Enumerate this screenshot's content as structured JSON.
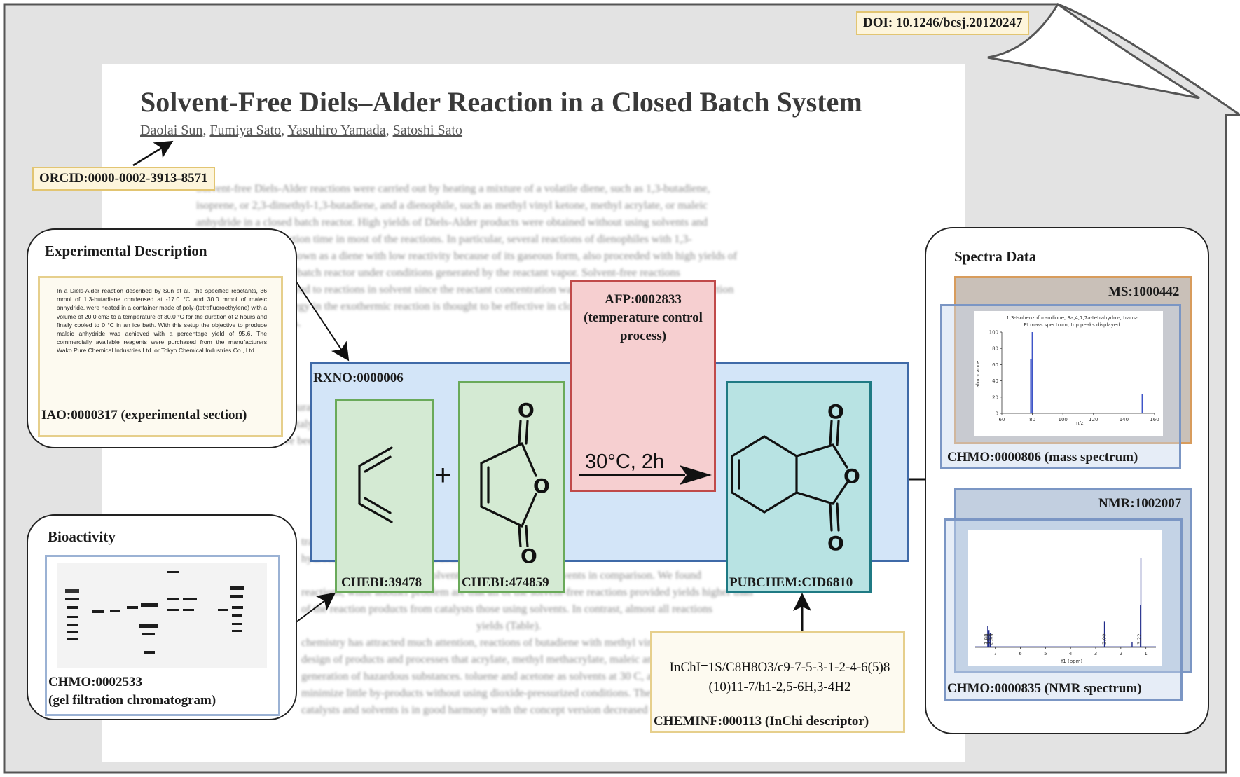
{
  "doi": "DOI: 10.1246/bcsj.20120247",
  "paper": {
    "title": "Solvent-Free Diels–Alder Reaction in a Closed Batch System",
    "authors": [
      "Daolai Sun",
      "Fumiya Sato",
      "Yasuhiro Yamada",
      "Satoshi Sato"
    ],
    "orcid": "ORCID:0000-0002-3913-8571"
  },
  "experimental": {
    "title": "Experimental Description",
    "label": "IAO:0000317 (experimental section)",
    "text": "In a Diels-Alder reaction described by Sun et al., the specified reactants, 36 mmol of 1,3-butadiene condensed at -17.0 °C and 30.0 mmol of maleic anhydride, were heated in a container made of poly-(tetrafluoroethylene) with a volume of 20.0 cm3 to a temperature of 30.0 °C for the duration of 2 hours and finally cooled to 0 °C in an ice bath. With this setup the objective to produce maleic anhydride was achieved with a percentage yield of 95.6. The commercially available reagents were purchased from the manufacturers Wako Pure Chemical Industries Ltd. or Tokyo Chemical Industries Co., Ltd."
  },
  "bioactivity": {
    "title": "Bioactivity",
    "label_line1": "CHMO:0002533",
    "label_line2": "(gel filtration chromatogram)"
  },
  "reaction": {
    "label": "RXNO:0000006",
    "reactant1": "CHEBI:39478",
    "reactant2": "CHEBI:474859",
    "plus": "+",
    "condition": "30°C, 2h",
    "process_label": "AFP:0002833\n(temperature control\nprocess)",
    "product": "PUBCHEM:CID6810",
    "atom_o": "O"
  },
  "inchi": {
    "text": "InChI=1S/C8H8O3/c9-7-5-3-1-2-4-6(5)8(10)11-7/h1-2,5-6H,3-4H2",
    "label": "CHEMINF:000113 (InChi descriptor)"
  },
  "spectra": {
    "title": "Spectra Data",
    "ms_label": "MS:1000442",
    "ms_caption": "CHMO:0000806 (mass spectrum)",
    "ms_plot_title": "1,3-Isobenzofurandione, 3a,4,7,7a-tetrahydro-, trans-",
    "ms_plot_subtitle": "EI mass spectrum, top peaks displayed",
    "ms_ylabel": "abundance",
    "ms_xlabel": "m/z",
    "nmr_label": "NMR:1002007",
    "nmr_caption": "CHMO:0000835 (NMR spectrum)",
    "nmr_xlabel": "f1 (ppm)"
  },
  "chart_data": [
    {
      "type": "bar",
      "title": "1,3-Isobenzofurandione, 3a,4,7,7a-tetrahydro-, trans-",
      "subtitle": "EI mass spectrum, top peaks displayed",
      "xlabel": "m/z",
      "ylabel": "abundance",
      "xlim": [
        60,
        160
      ],
      "ylim": [
        0,
        100
      ],
      "xticks": [
        60,
        80,
        100,
        120,
        140,
        160
      ],
      "yticks": [
        0,
        20,
        40,
        60,
        80,
        100
      ],
      "x": [
        79,
        80,
        152
      ],
      "values": [
        67,
        100,
        24
      ]
    },
    {
      "type": "line",
      "xlabel": "f1 (ppm)",
      "xlim": [
        7.8,
        0.6
      ],
      "xticks": [
        7,
        6,
        5,
        4,
        3,
        2,
        1
      ],
      "peaks": [
        {
          "x": 7.3,
          "height": 0.22
        },
        {
          "x": 7.25,
          "height": 0.18
        },
        {
          "x": 7.2,
          "height": 0.15
        },
        {
          "x": 2.65,
          "height": 0.27
        },
        {
          "x": 1.55,
          "height": 0.05
        },
        {
          "x": 1.22,
          "height": 0.45
        },
        {
          "x": 1.2,
          "height": 0.96
        }
      ],
      "integrals": [
        {
          "x": 7.35,
          "label": "1.88"
        },
        {
          "x": 7.25,
          "label": "1.00"
        },
        {
          "x": 7.15,
          "label": "0.99"
        },
        {
          "x": 2.65,
          "label": "2.00"
        },
        {
          "x": 1.25,
          "label": "3.22"
        }
      ]
    }
  ],
  "colors": {
    "reaction_box": "#d3e5f8",
    "reaction_border": "#3f6aa8",
    "reactant_fill": "#d4ead3",
    "reactant_border": "#6aaa5a",
    "process_fill": "#f6cfd0",
    "process_border": "#c04a4a",
    "product_fill": "#b8e3e3",
    "product_border": "#1f7a84",
    "tag_fill": "#fdf5dc",
    "tag_border": "#e2c572"
  }
}
